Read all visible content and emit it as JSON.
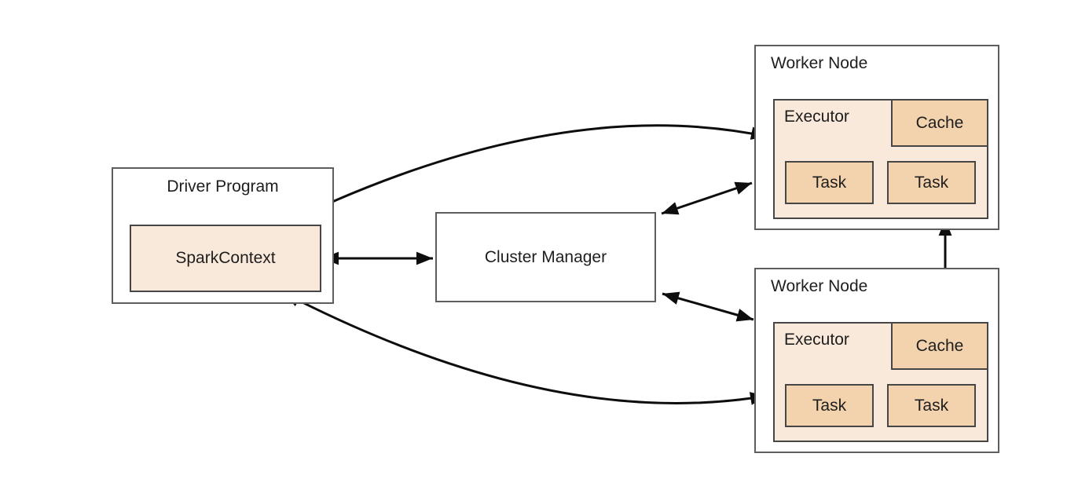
{
  "diagram_type": "spark-cluster-architecture",
  "colors": {
    "background": "#ffffff",
    "outer_box_border": "#5e5e5e",
    "inner_box_border": "#464646",
    "light_fill": "#f9e9da",
    "medium_fill": "#f3d2ae",
    "arrow": "#0d0d0d",
    "text": "#1e1e1e"
  },
  "driver_program": {
    "label": "Driver Program",
    "spark_context": {
      "label": "SparkContext"
    }
  },
  "cluster_manager": {
    "label": "Cluster Manager"
  },
  "worker_nodes": [
    {
      "label": "Worker Node",
      "executor": {
        "label": "Executor",
        "cache": {
          "label": "Cache"
        },
        "tasks": [
          {
            "label": "Task"
          },
          {
            "label": "Task"
          }
        ]
      }
    },
    {
      "label": "Worker Node",
      "executor": {
        "label": "Executor",
        "cache": {
          "label": "Cache"
        },
        "tasks": [
          {
            "label": "Task"
          },
          {
            "label": "Task"
          }
        ]
      }
    }
  ],
  "connections": [
    {
      "from": "SparkContext",
      "to": "Worker Node 1 Executor",
      "style": "curved",
      "bidirectional": true
    },
    {
      "from": "SparkContext",
      "to": "Worker Node 2 Executor",
      "style": "curved",
      "bidirectional": true
    },
    {
      "from": "SparkContext",
      "to": "Cluster Manager",
      "style": "straight",
      "bidirectional": true
    },
    {
      "from": "Cluster Manager",
      "to": "Worker Node 1",
      "style": "straight",
      "bidirectional": true
    },
    {
      "from": "Cluster Manager",
      "to": "Worker Node 2",
      "style": "straight",
      "bidirectional": true
    },
    {
      "from": "Worker Node 1",
      "to": "Worker Node 2 Cache",
      "style": "straight",
      "bidirectional": true
    }
  ]
}
